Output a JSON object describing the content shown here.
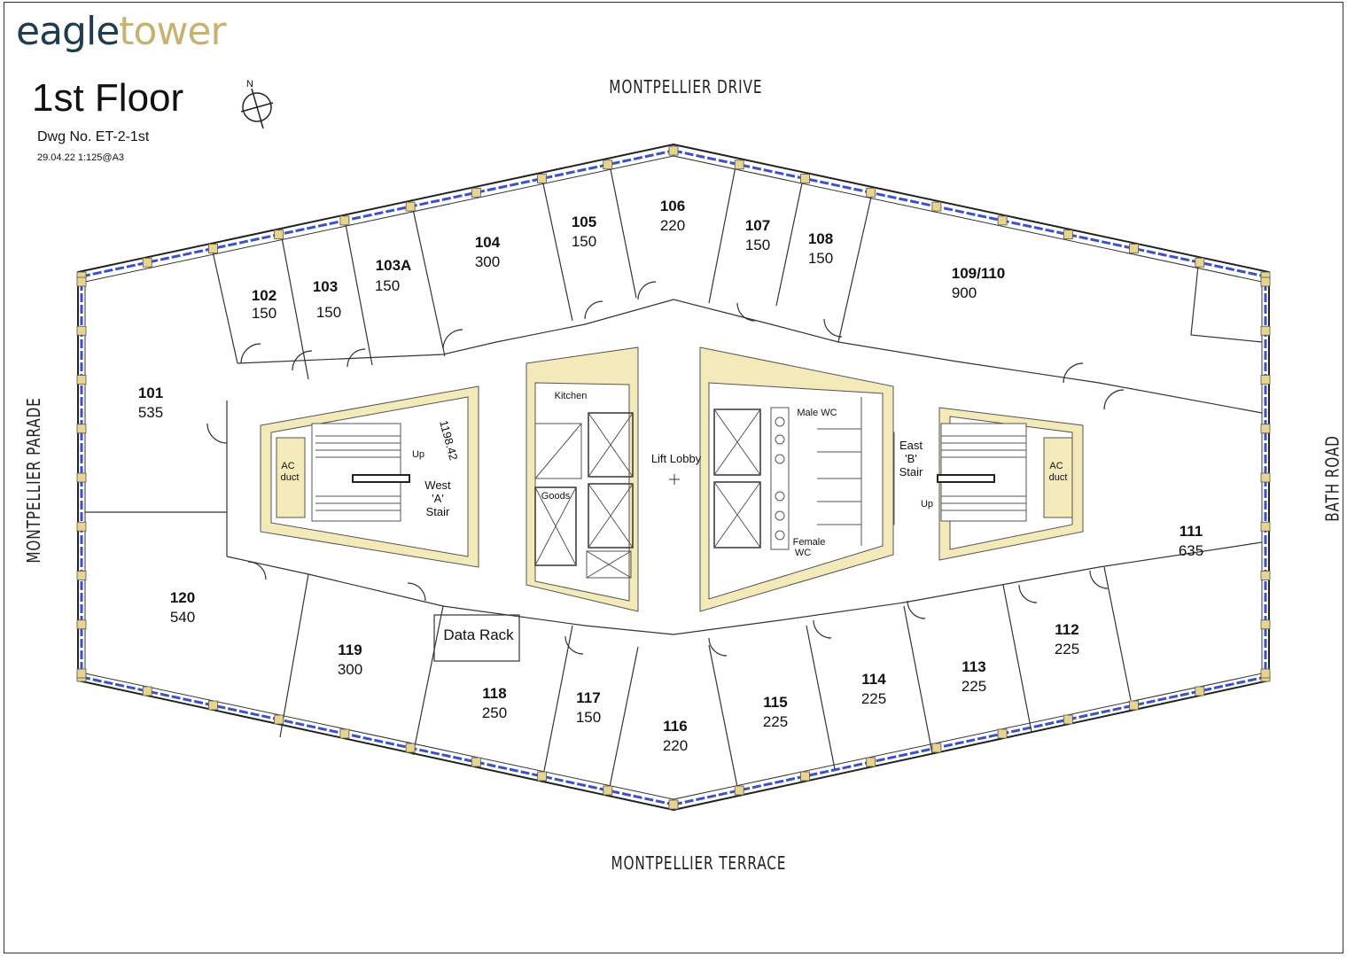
{
  "logo": {
    "part1": "eagle",
    "part2": "tower"
  },
  "title": "1st Floor",
  "drawing_no": "Dwg No. ET-2-1st",
  "date_scale": "29.04.22   1:125@A3",
  "compass": "N",
  "streets": {
    "north": "MONTPELLIER DRIVE",
    "south": "MONTPELLIER TERRACE",
    "west": "MONTPELLIER PARADE",
    "east": "BATH ROAD"
  },
  "rooms": [
    {
      "id": "101",
      "area": "535"
    },
    {
      "id": "102",
      "area": "150"
    },
    {
      "id": "103",
      "area": "150"
    },
    {
      "id": "103A",
      "area": "150"
    },
    {
      "id": "104",
      "area": "300"
    },
    {
      "id": "105",
      "area": "150"
    },
    {
      "id": "106",
      "area": "220"
    },
    {
      "id": "107",
      "area": "150"
    },
    {
      "id": "108",
      "area": "150"
    },
    {
      "id": "109/110",
      "area": "900"
    },
    {
      "id": "111",
      "area": "635"
    },
    {
      "id": "112",
      "area": "225"
    },
    {
      "id": "113",
      "area": "225"
    },
    {
      "id": "114",
      "area": "225"
    },
    {
      "id": "115",
      "area": "225"
    },
    {
      "id": "116",
      "area": "220"
    },
    {
      "id": "117",
      "area": "150"
    },
    {
      "id": "118",
      "area": "250"
    },
    {
      "id": "119",
      "area": "300"
    },
    {
      "id": "120",
      "area": "540"
    }
  ],
  "core_labels": {
    "kitchen": "Kitchen",
    "goods": "Goods",
    "lift_lobby": "Lift Lobby",
    "male_wc": "Male WC",
    "female_wc_1": "Female",
    "female_wc_2": "WC",
    "west_stair": [
      "West",
      "'A'",
      "Stair"
    ],
    "east_stair": [
      "East",
      "'B'",
      "Stair"
    ],
    "ac_duct_1": "AC",
    "ac_duct_2": "duct",
    "up": "Up",
    "data_rack": "Data Rack",
    "dimension": "1198.42"
  }
}
